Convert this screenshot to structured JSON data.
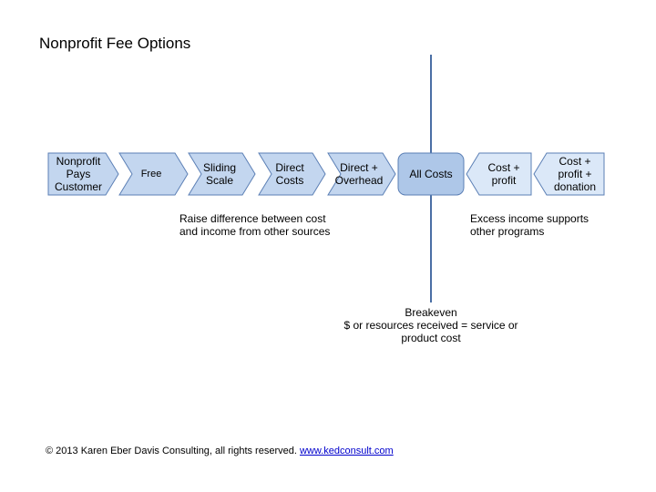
{
  "title": "Nonprofit Fee Options",
  "shapes": [
    {
      "label": "Nonprofit\nPays\nCustomer"
    },
    {
      "label": "Free"
    },
    {
      "label": "Sliding\nScale"
    },
    {
      "label": "Direct\nCosts"
    },
    {
      "label": "Direct +\nOverhead"
    },
    {
      "label": "All Costs"
    },
    {
      "label": "Cost +\nprofit"
    },
    {
      "label": "Cost +\nprofit +\ndonation"
    }
  ],
  "notes": {
    "left": "Raise difference between cost\nand income  from other sources",
    "right": "Excess income supports\nother programs",
    "breakeven": "Breakeven\n$ or resources received = service or\nproduct cost"
  },
  "footer": {
    "text": "© 2013 Karen Eber Davis Consulting, all rights reserved.",
    "link": "www.kedconsult.com"
  },
  "colors": {
    "chevron_fill": "#c3d6ef",
    "chevron_stroke": "#5b7fb5",
    "center_fill": "#aec7e8",
    "right_fill": "#dbe8f8",
    "line": "#4a6fa5"
  }
}
